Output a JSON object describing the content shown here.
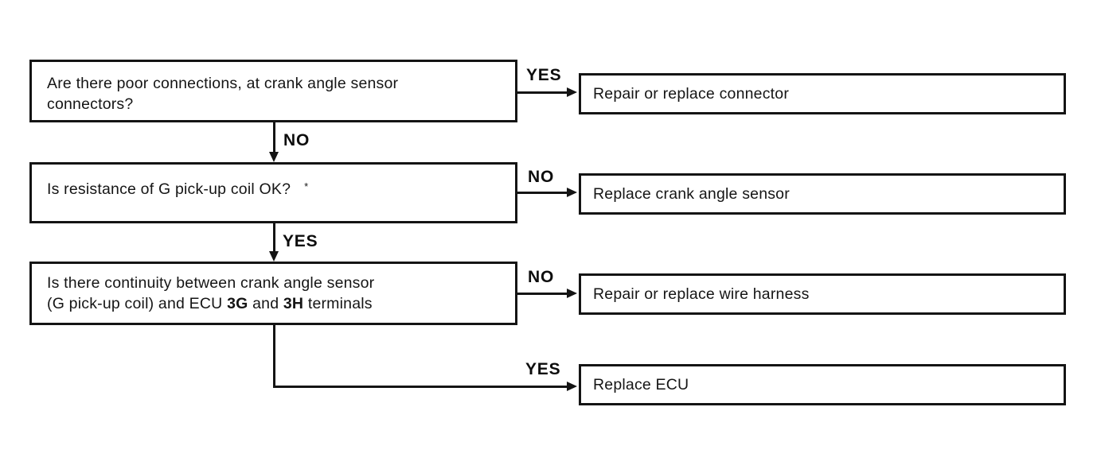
{
  "flowchart": {
    "decision_labels": {
      "yes": "YES",
      "no": "NO"
    },
    "questions": [
      {
        "line1": "Are there poor connections, at crank angle sensor",
        "line2": "connectors?"
      },
      {
        "line1": "Is resistance of G pick-up coil OK?",
        "footnote_mark": "*"
      },
      {
        "line1": "Is there continuity between crank angle sensor",
        "line2_prefix": "(G pick-up coil) and ECU ",
        "line2_bold1": "3G",
        "line2_mid": " and ",
        "line2_bold2": "3H",
        "line2_suffix": " terminals"
      }
    ],
    "actions": [
      "Repair or replace connector",
      "Replace crank angle sensor",
      "Repair or replace wire harness",
      "Replace ECU"
    ],
    "colors": {
      "ink": "#141414",
      "background": "#ffffff"
    }
  }
}
